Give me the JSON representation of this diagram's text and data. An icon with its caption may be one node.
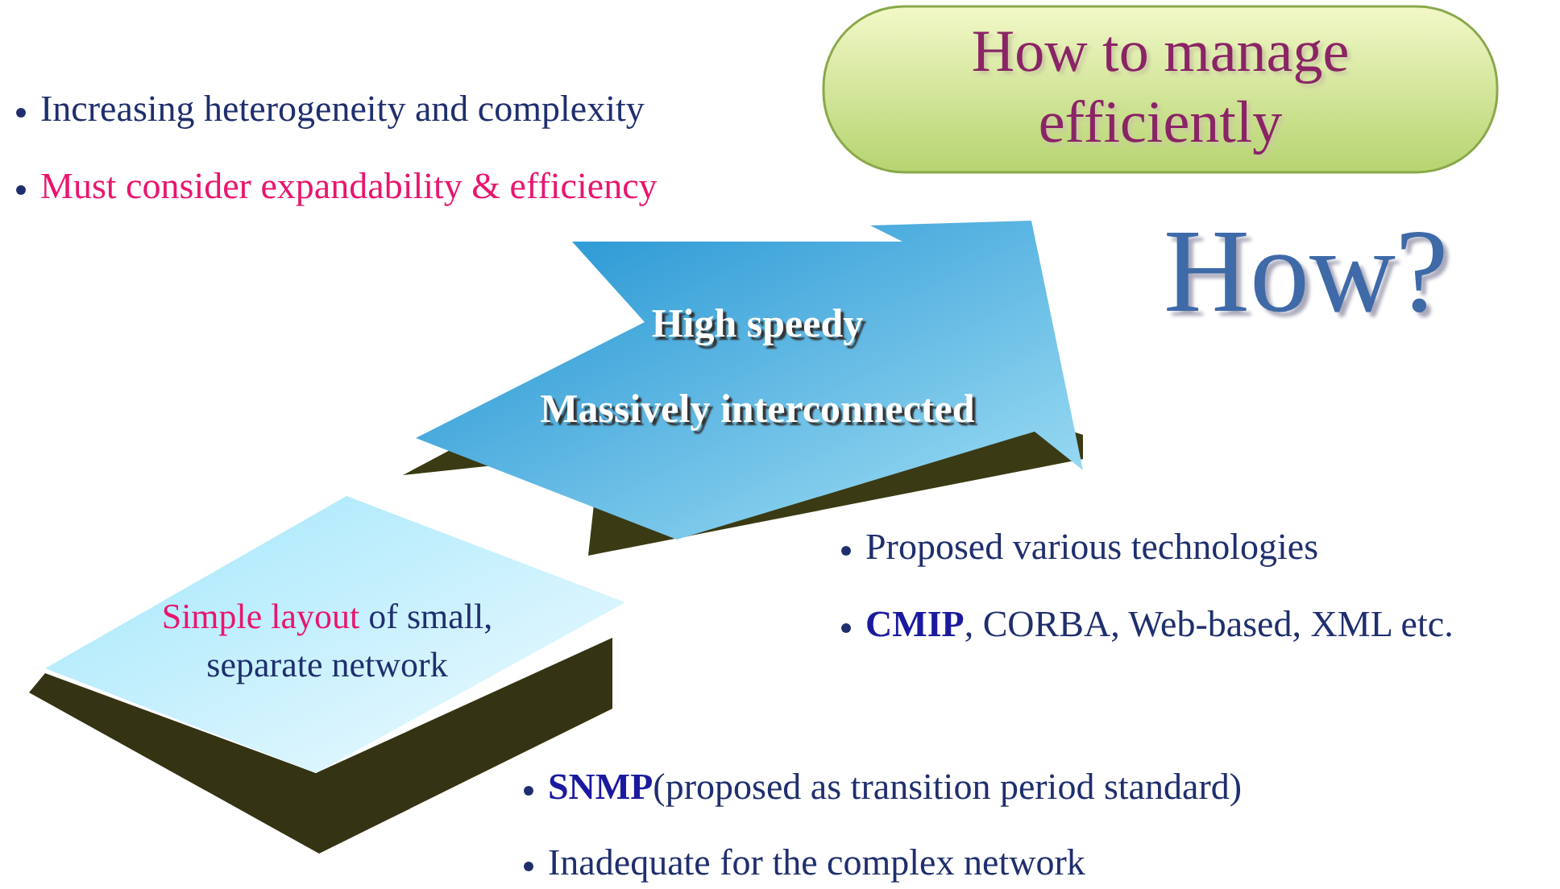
{
  "diagram": {
    "nodes": [
      {
        "text": [
          "How to manage efficiently"
        ]
      },
      {
        "text": [
          "High speedy",
          "Massively interconnected"
        ]
      },
      {
        "text": [
          "Simple layout",
          "of small, separate network"
        ]
      }
    ],
    "labels": [
      "Increasing heterogeneity and complexity",
      "Must consider expandability & efficiency",
      "How?",
      "Proposed various technologies",
      "**CMIP**, CORBA, Web-based, XML etc.",
      "**SNMP**(proposed as transition period standard)",
      "Inadequate for the complex network"
    ]
  }
}
